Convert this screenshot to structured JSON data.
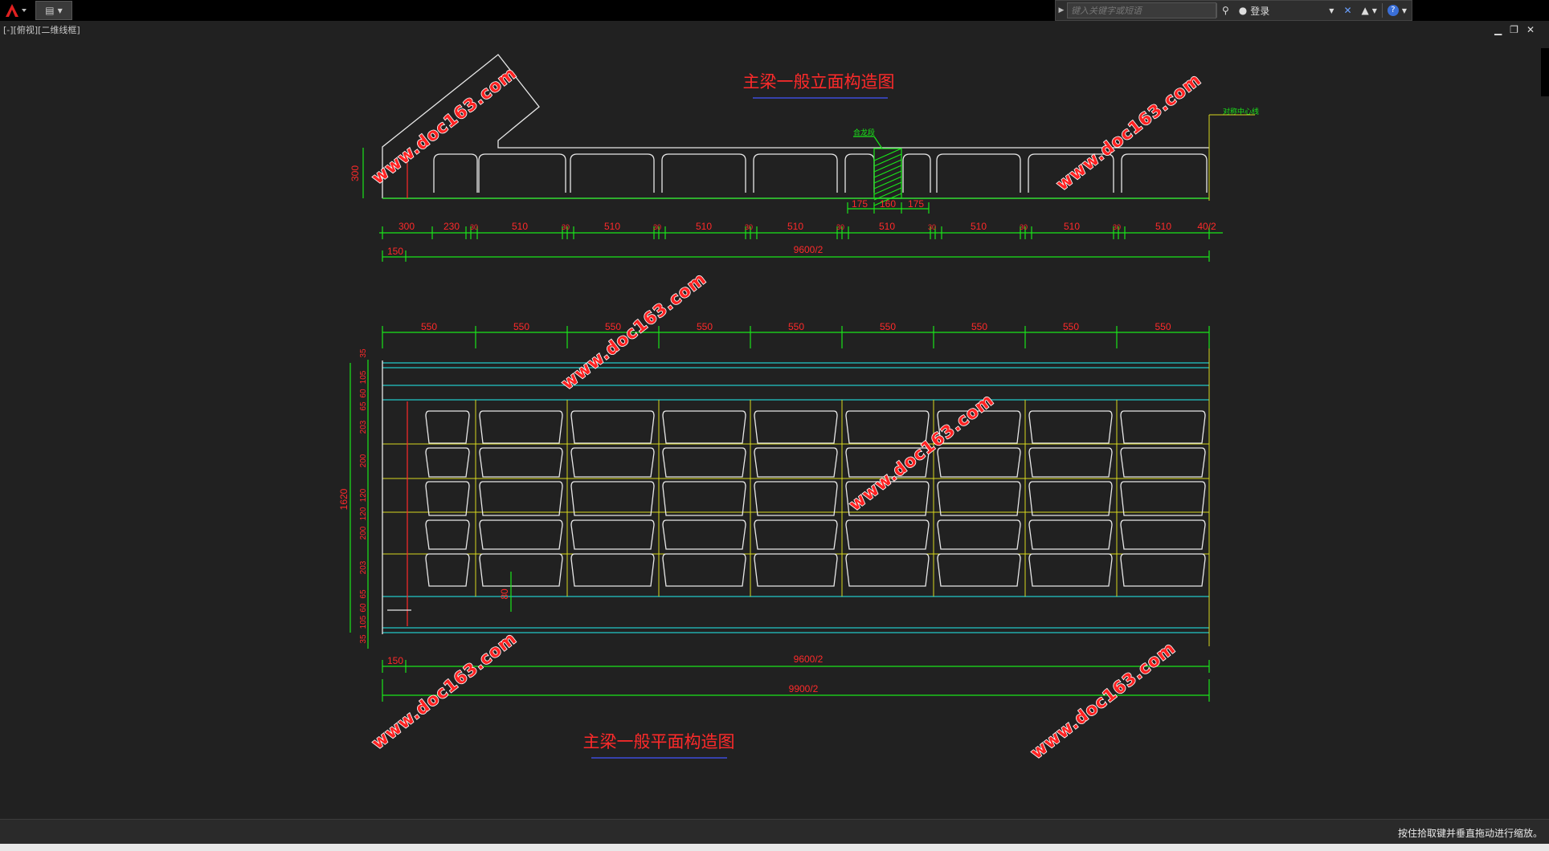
{
  "app": {
    "search_placeholder": "键入关键字或短语",
    "login_label": "登录",
    "view_label": "[-][俯视][二维线框]",
    "status_message": "按住拾取键并垂直拖动进行缩放。"
  },
  "drawing": {
    "elevation_title": "主梁一般立面构造图",
    "plan_title": "主梁一般平面构造图",
    "note_label": "合龙段",
    "center_label": "对称中心线",
    "watermark": "www.doc163.com",
    "elev_height_dim": "300",
    "elev_dims": [
      "300",
      "230",
      "30",
      "510",
      "30",
      "510",
      "30",
      "510",
      "30",
      "510",
      "30",
      "510",
      "30",
      "510",
      "30",
      "510",
      "30",
      "510",
      "40/2"
    ],
    "elev_closure_dims": [
      "175",
      "160",
      "175"
    ],
    "elev_total": {
      "offset": "150",
      "span": "9600/2"
    },
    "plan_top_dims": [
      "550",
      "550",
      "550",
      "550",
      "550",
      "550",
      "550",
      "550",
      "550"
    ],
    "plan_left_dims": [
      "35",
      "105",
      "60",
      "65",
      "203",
      "200",
      "120",
      "120",
      "200",
      "203",
      "65",
      "60",
      "105",
      "35"
    ],
    "plan_total_height": "1620",
    "plan_local_dim": "80",
    "plan_bottom_dims": {
      "offset": "150",
      "span": "9600/2",
      "total": "9900/2"
    }
  },
  "colors": {
    "dimension": "#19e619",
    "text": "#ff2a2a",
    "outline": "#e8e8e8",
    "cyan": "#22c8c8",
    "yellow": "#d8d820",
    "background": "#212121"
  }
}
